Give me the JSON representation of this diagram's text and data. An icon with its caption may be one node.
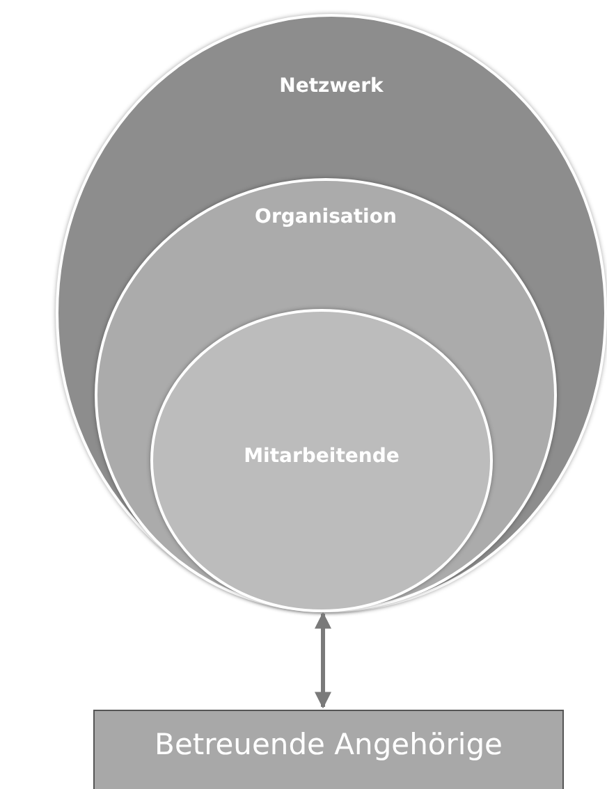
{
  "diagram": {
    "nodes": [
      {
        "text": [
          "Netzwerk"
        ]
      },
      {
        "text": [
          "Organisation"
        ],
        "in": 0
      },
      {
        "text": [
          "Mitarbeitende"
        ],
        "in": 1
      },
      {
        "text": [
          "Betreuende Angehörige"
        ]
      }
    ],
    "edges": [
      {
        "from": 2,
        "to": 3,
        "arrow": "both"
      }
    ]
  }
}
